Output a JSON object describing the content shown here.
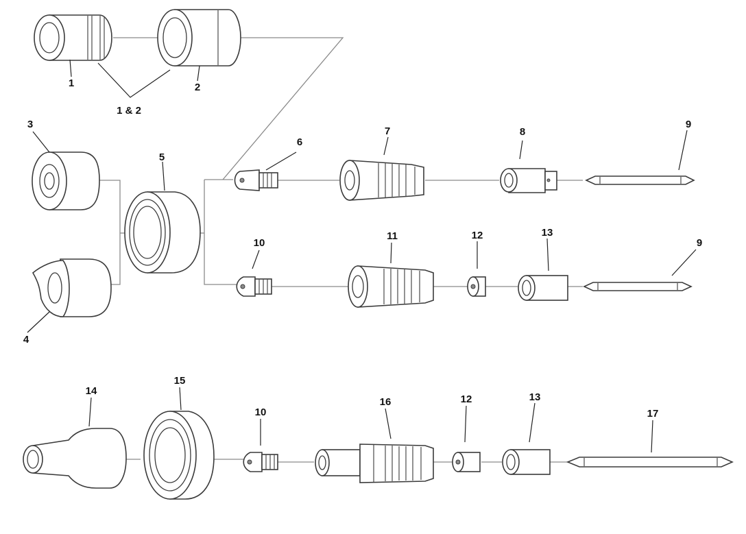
{
  "labels": {
    "p1": "1",
    "p2": "2",
    "p12combo": "1 & 2",
    "p3": "3",
    "p4": "4",
    "p5": "5",
    "p6": "6",
    "p7": "7",
    "p8": "8",
    "p9a": "9",
    "p9b": "9",
    "p10a": "10",
    "p10b": "10",
    "p11": "11",
    "p12a": "12",
    "p12b": "12",
    "p13a": "13",
    "p13b": "13",
    "p14": "14",
    "p15": "15",
    "p16": "16",
    "p17": "17"
  }
}
